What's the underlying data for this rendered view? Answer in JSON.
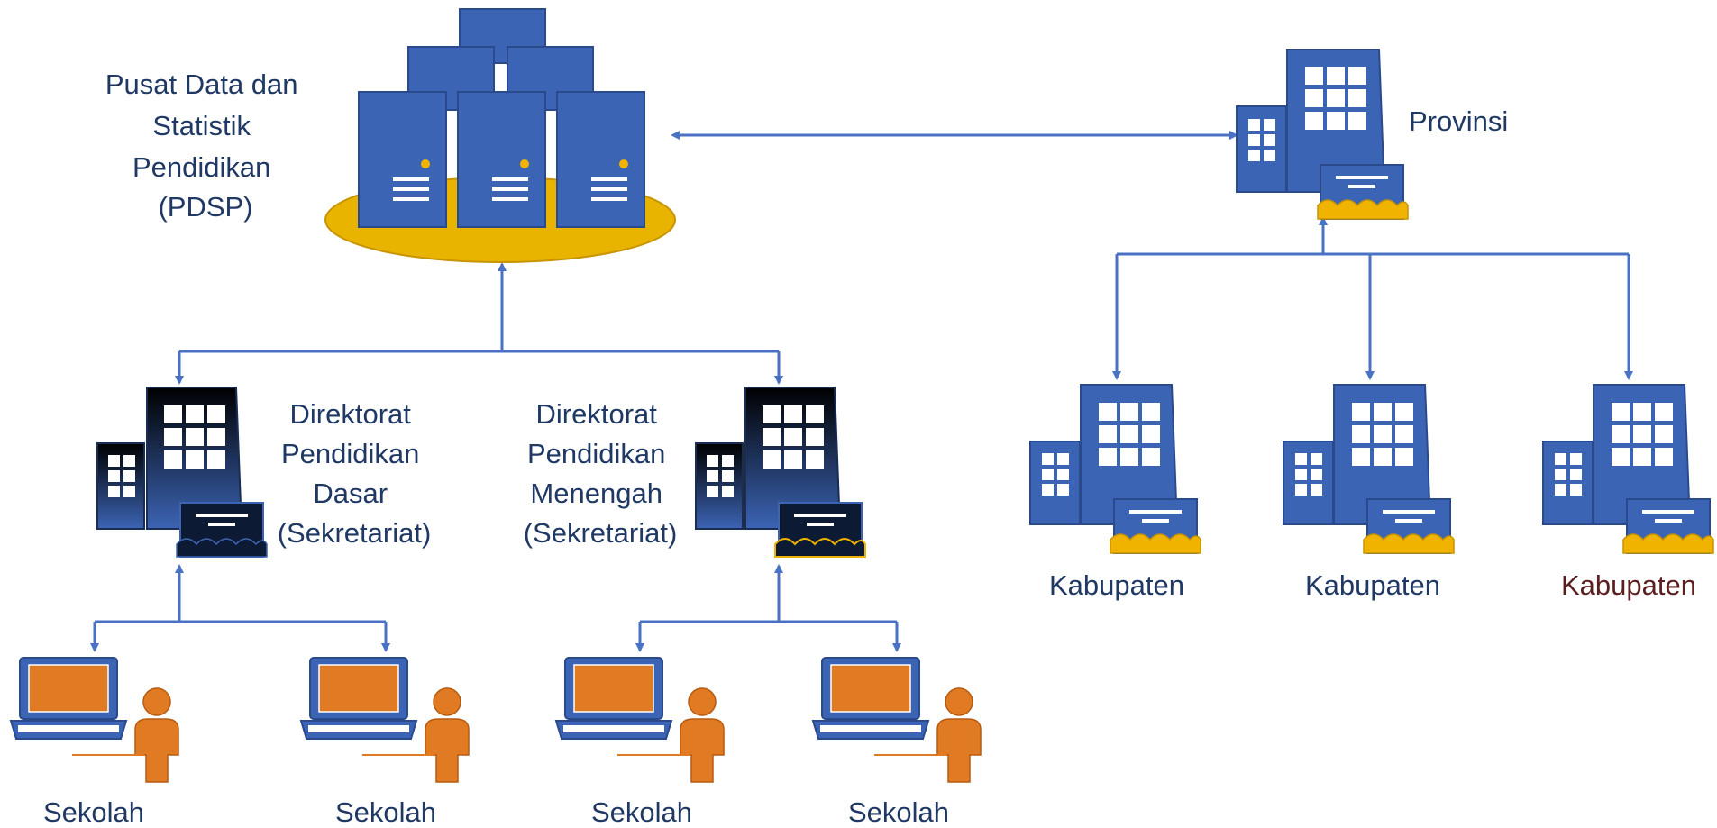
{
  "pdsp": {
    "lines": [
      "Pusat Data dan",
      "Statistik",
      "Pendidikan",
      "(PDSP)"
    ]
  },
  "provinsi": {
    "label": "Provinsi"
  },
  "dir_dasar": {
    "lines": [
      "Direktorat",
      "Pendidikan",
      "Dasar",
      "(Sekretariat)"
    ]
  },
  "dir_menengah": {
    "lines": [
      "Direktorat",
      "Pendidikan",
      "Menengah",
      "(Sekretariat)"
    ]
  },
  "kabupaten": [
    {
      "label": "Kabupaten"
    },
    {
      "label": "Kabupaten"
    },
    {
      "label": "Kabupaten"
    }
  ],
  "sekolah": [
    {
      "label": "Sekolah"
    },
    {
      "label": "Sekolah"
    },
    {
      "label": "Sekolah"
    },
    {
      "label": "Sekolah"
    }
  ],
  "colors": {
    "building_blue": "#3c64b4",
    "building_dark": "#0d1a33",
    "gold": "#f0b400",
    "orange": "#e07b24",
    "arrow": "#4a72c4",
    "text": "#1f3864",
    "text_dark_red": "#5b1f1f"
  }
}
